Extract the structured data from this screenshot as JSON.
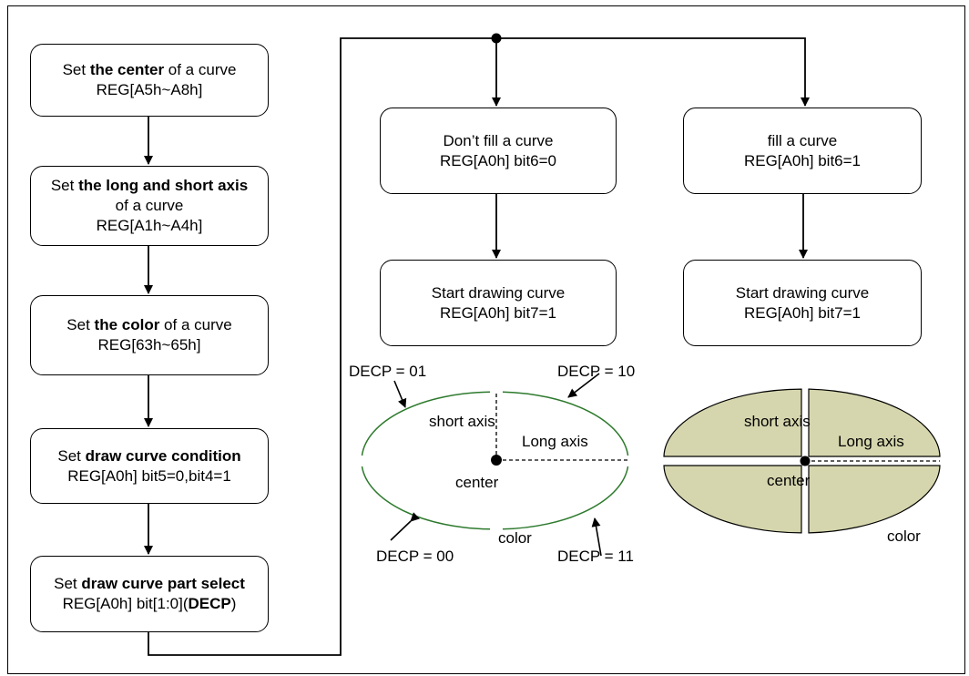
{
  "steps": [
    {
      "pre": "Set ",
      "bold": "the center",
      "post": " of a curve",
      "line2": "",
      "reg": "REG[A5h~A8h]"
    },
    {
      "pre": "Set ",
      "bold": "the long and short axis",
      "post": "",
      "line2": "of a curve",
      "reg": "REG[A1h~A4h]"
    },
    {
      "pre": "Set ",
      "bold": "the color",
      "post": " of a curve",
      "line2": "",
      "reg": "REG[63h~65h]"
    },
    {
      "pre": "Set ",
      "bold": "draw curve condition",
      "post": "",
      "line2": "",
      "reg": "REG[A0h] bit5=0,bit4=1"
    },
    {
      "pre": "Set ",
      "bold": "draw curve part select",
      "post": "",
      "line2": "",
      "reg_pre": "REG[A0h] bit[1:0](",
      "reg_bold": "DECP",
      "reg_post": ")"
    }
  ],
  "no_fill": {
    "title": "Don’t fill a curve",
    "reg": "REG[A0h] bit6=0"
  },
  "fill": {
    "title": "fill a curve",
    "reg": "REG[A0h] bit6=1"
  },
  "start_left": {
    "title": "Start drawing curve",
    "reg": "REG[A0h] bit7=1"
  },
  "start_right": {
    "title": "Start drawing curve",
    "reg": "REG[A0h] bit7=1"
  },
  "left_ellipse": {
    "decp_01": "DECP = 01",
    "decp_10": "DECP = 10",
    "decp_00": "DECP = 00",
    "decp_11": "DECP = 11",
    "short_axis": "short axis",
    "long_axis": "Long axis",
    "center": "center",
    "color": "color"
  },
  "right_ellipse": {
    "short_axis": "short axis",
    "long_axis": "Long axis",
    "center": "center",
    "color": "color",
    "fill_color": "#d6d6ae"
  }
}
